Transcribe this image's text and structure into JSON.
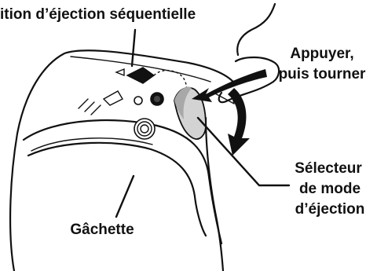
{
  "labels": {
    "top": "ition d’éjection séquentielle",
    "press_line1": "Appuyer,",
    "press_line2": "puis tourner",
    "selector_line1": "Sélecteur",
    "selector_line2": "de mode",
    "selector_line3": "d’éjection",
    "trigger": "Gâchette"
  },
  "colors": {
    "line": "#111111",
    "selector_fill": "#d3d3d3",
    "selector_shade": "#a8a8a8",
    "background": "#ffffff"
  },
  "icons": {
    "sequential_symbol": "single-arrow-icon",
    "contact_symbol": "triple-arrow-icon",
    "press_arrow": "press-arrow-icon",
    "rotate_arrow": "rotate-arrow-icon"
  }
}
